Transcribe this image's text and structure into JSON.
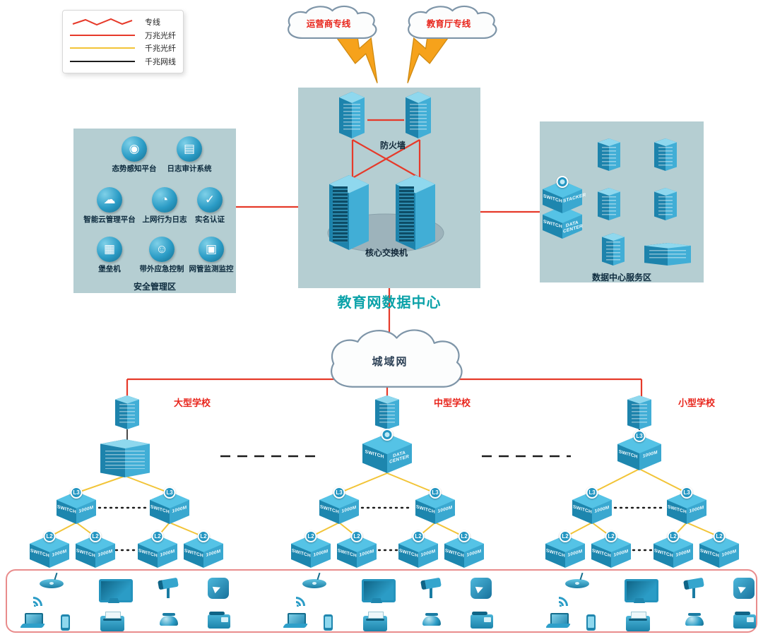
{
  "legend": {
    "items": [
      {
        "name": "dedicated-line",
        "label": "专线"
      },
      {
        "name": "fiber-10g",
        "label": "万兆光纤"
      },
      {
        "name": "fiber-1g",
        "label": "千兆光纤"
      },
      {
        "name": "ethernet-1g",
        "label": "千兆网线"
      }
    ]
  },
  "clouds": {
    "carrier": "运营商专线",
    "education": "教育厅专线",
    "man": "城域网"
  },
  "datacenter": {
    "title": "教育网数据中心",
    "firewall_label": "防火墙",
    "core_switch_label": "核心交换机"
  },
  "security_zone": {
    "label": "安全管理区",
    "items": [
      {
        "name": "situation-awareness",
        "label": "态势感知平台",
        "glyph": "◉"
      },
      {
        "name": "log-audit",
        "label": "日志审计系统",
        "glyph": "▤"
      },
      {
        "name": "cloud-management",
        "label": "智能云管理平台",
        "glyph": "☁"
      },
      {
        "name": "web-behavior-log",
        "label": "上网行为日志",
        "glyph": "◔"
      },
      {
        "name": "real-name-auth",
        "label": "实名认证",
        "glyph": "✓"
      },
      {
        "name": "bastion-host",
        "label": "堡垒机",
        "glyph": "▦"
      },
      {
        "name": "oob-emergency-control",
        "label": "带外应急控制",
        "glyph": "☺"
      },
      {
        "name": "network-monitoring",
        "label": "网管监测监控",
        "glyph": "▣"
      }
    ]
  },
  "server_zone": {
    "label": "数据中心服务区"
  },
  "schools": [
    {
      "label": "大型学校"
    },
    {
      "label": "中型学校"
    },
    {
      "label": "小型学校"
    }
  ],
  "switch_labels": {
    "switch": "SWITCH",
    "speed_1000m": "1000M",
    "l2": "L2",
    "l3": "L3",
    "data_center": "DATA CENTER",
    "stacker": "STACKER"
  },
  "edge_devices": {
    "groups": 3,
    "types": [
      "wireless-ap",
      "laptop",
      "smartphone",
      "display",
      "printer",
      "ptz-camera",
      "dome-camera",
      "paper-plane-badge",
      "fax-machine"
    ]
  },
  "colors": {
    "line_red": "#e63a2a",
    "line_yellow": "#f2c437",
    "line_black": "#1c1c1c",
    "panel_teal": "#b5ced2",
    "device_cyan": "#2b9cc6",
    "title_teal": "#0ba2a9",
    "label_red": "#e8251c",
    "lightning_orange": "#f6a21b"
  }
}
